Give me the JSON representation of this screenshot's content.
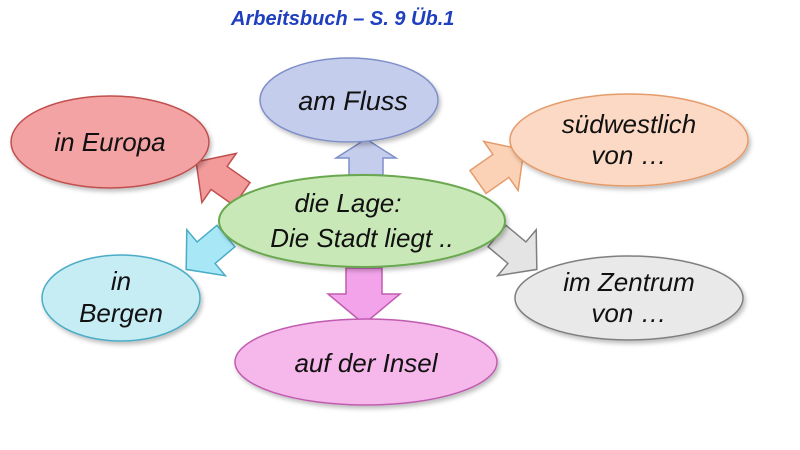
{
  "title": "Arbeitsbuch – S. 9 Üb.1",
  "center": {
    "line1": "die Lage:",
    "line2": "Die Stadt liegt ..",
    "fill": "#c9e8b8",
    "stroke": "#6aa84f"
  },
  "nodes": {
    "am_fluss": {
      "line1": "am Fluss",
      "fill": "#c5cdec",
      "stroke": "#7f8fc8"
    },
    "in_europa": {
      "line1": "in Europa",
      "fill": "#f3a3a3",
      "stroke": "#c0504d"
    },
    "suedwest": {
      "line1": "südwestlich",
      "line2": "von …",
      "fill": "#fbd9c4",
      "stroke": "#e59b6b"
    },
    "in_bergen": {
      "line1": "in",
      "line2": "Bergen",
      "fill": "#c6ecf4",
      "stroke": "#4bacc6"
    },
    "im_zentrum": {
      "line1": "im Zentrum",
      "line2": "von …",
      "fill": "#e9e9e9",
      "stroke": "#7f7f7f"
    },
    "auf_insel": {
      "line1": "auf der Insel",
      "fill": "#f6b7ea",
      "stroke": "#c05cb0"
    }
  },
  "arrows": {
    "up": {
      "fill": "#c5cdec",
      "stroke": "#7f8fc8"
    },
    "up_left": {
      "fill": "#f39b9b",
      "stroke": "#c0504d"
    },
    "up_right": {
      "fill": "#fbd2b5",
      "stroke": "#e59b6b"
    },
    "down_left": {
      "fill": "#a8e8f6",
      "stroke": "#4bacc6"
    },
    "down_right": {
      "fill": "#e4e4e4",
      "stroke": "#7f7f7f"
    },
    "down": {
      "fill": "#f3a3ea",
      "stroke": "#c05cb0"
    }
  }
}
